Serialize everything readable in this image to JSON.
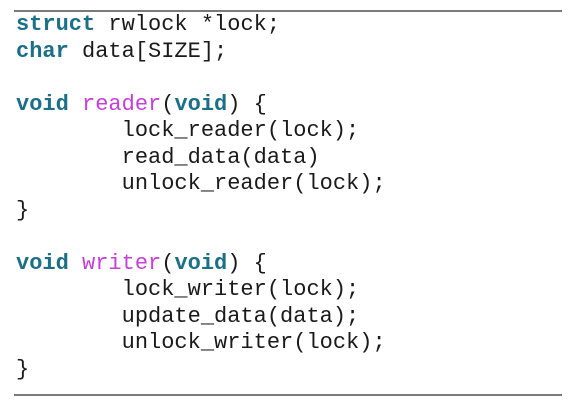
{
  "colors": {
    "keyword": "#1b6f86",
    "function_name": "#c43fd8",
    "text": "#1a1a1a",
    "rule": "#7a7a7a"
  },
  "code": {
    "l1": {
      "kw": "struct",
      "rest": " rwlock *lock;"
    },
    "l2": {
      "kw": "char",
      "rest": " data[SIZE];"
    },
    "l4": {
      "kw1": "void",
      "fn": " reader",
      "open": "(",
      "kw2": "void",
      "close": ") {"
    },
    "l5": "        lock_reader(lock);",
    "l6": "        read_data(data)",
    "l7": "        unlock_reader(lock);",
    "l8": "}",
    "l10": {
      "kw1": "void",
      "fn": " writer",
      "open": "(",
      "kw2": "void",
      "close": ") {"
    },
    "l11": "        lock_writer(lock);",
    "l12": "        update_data(data);",
    "l13": "        unlock_writer(lock);",
    "l14": "}"
  }
}
